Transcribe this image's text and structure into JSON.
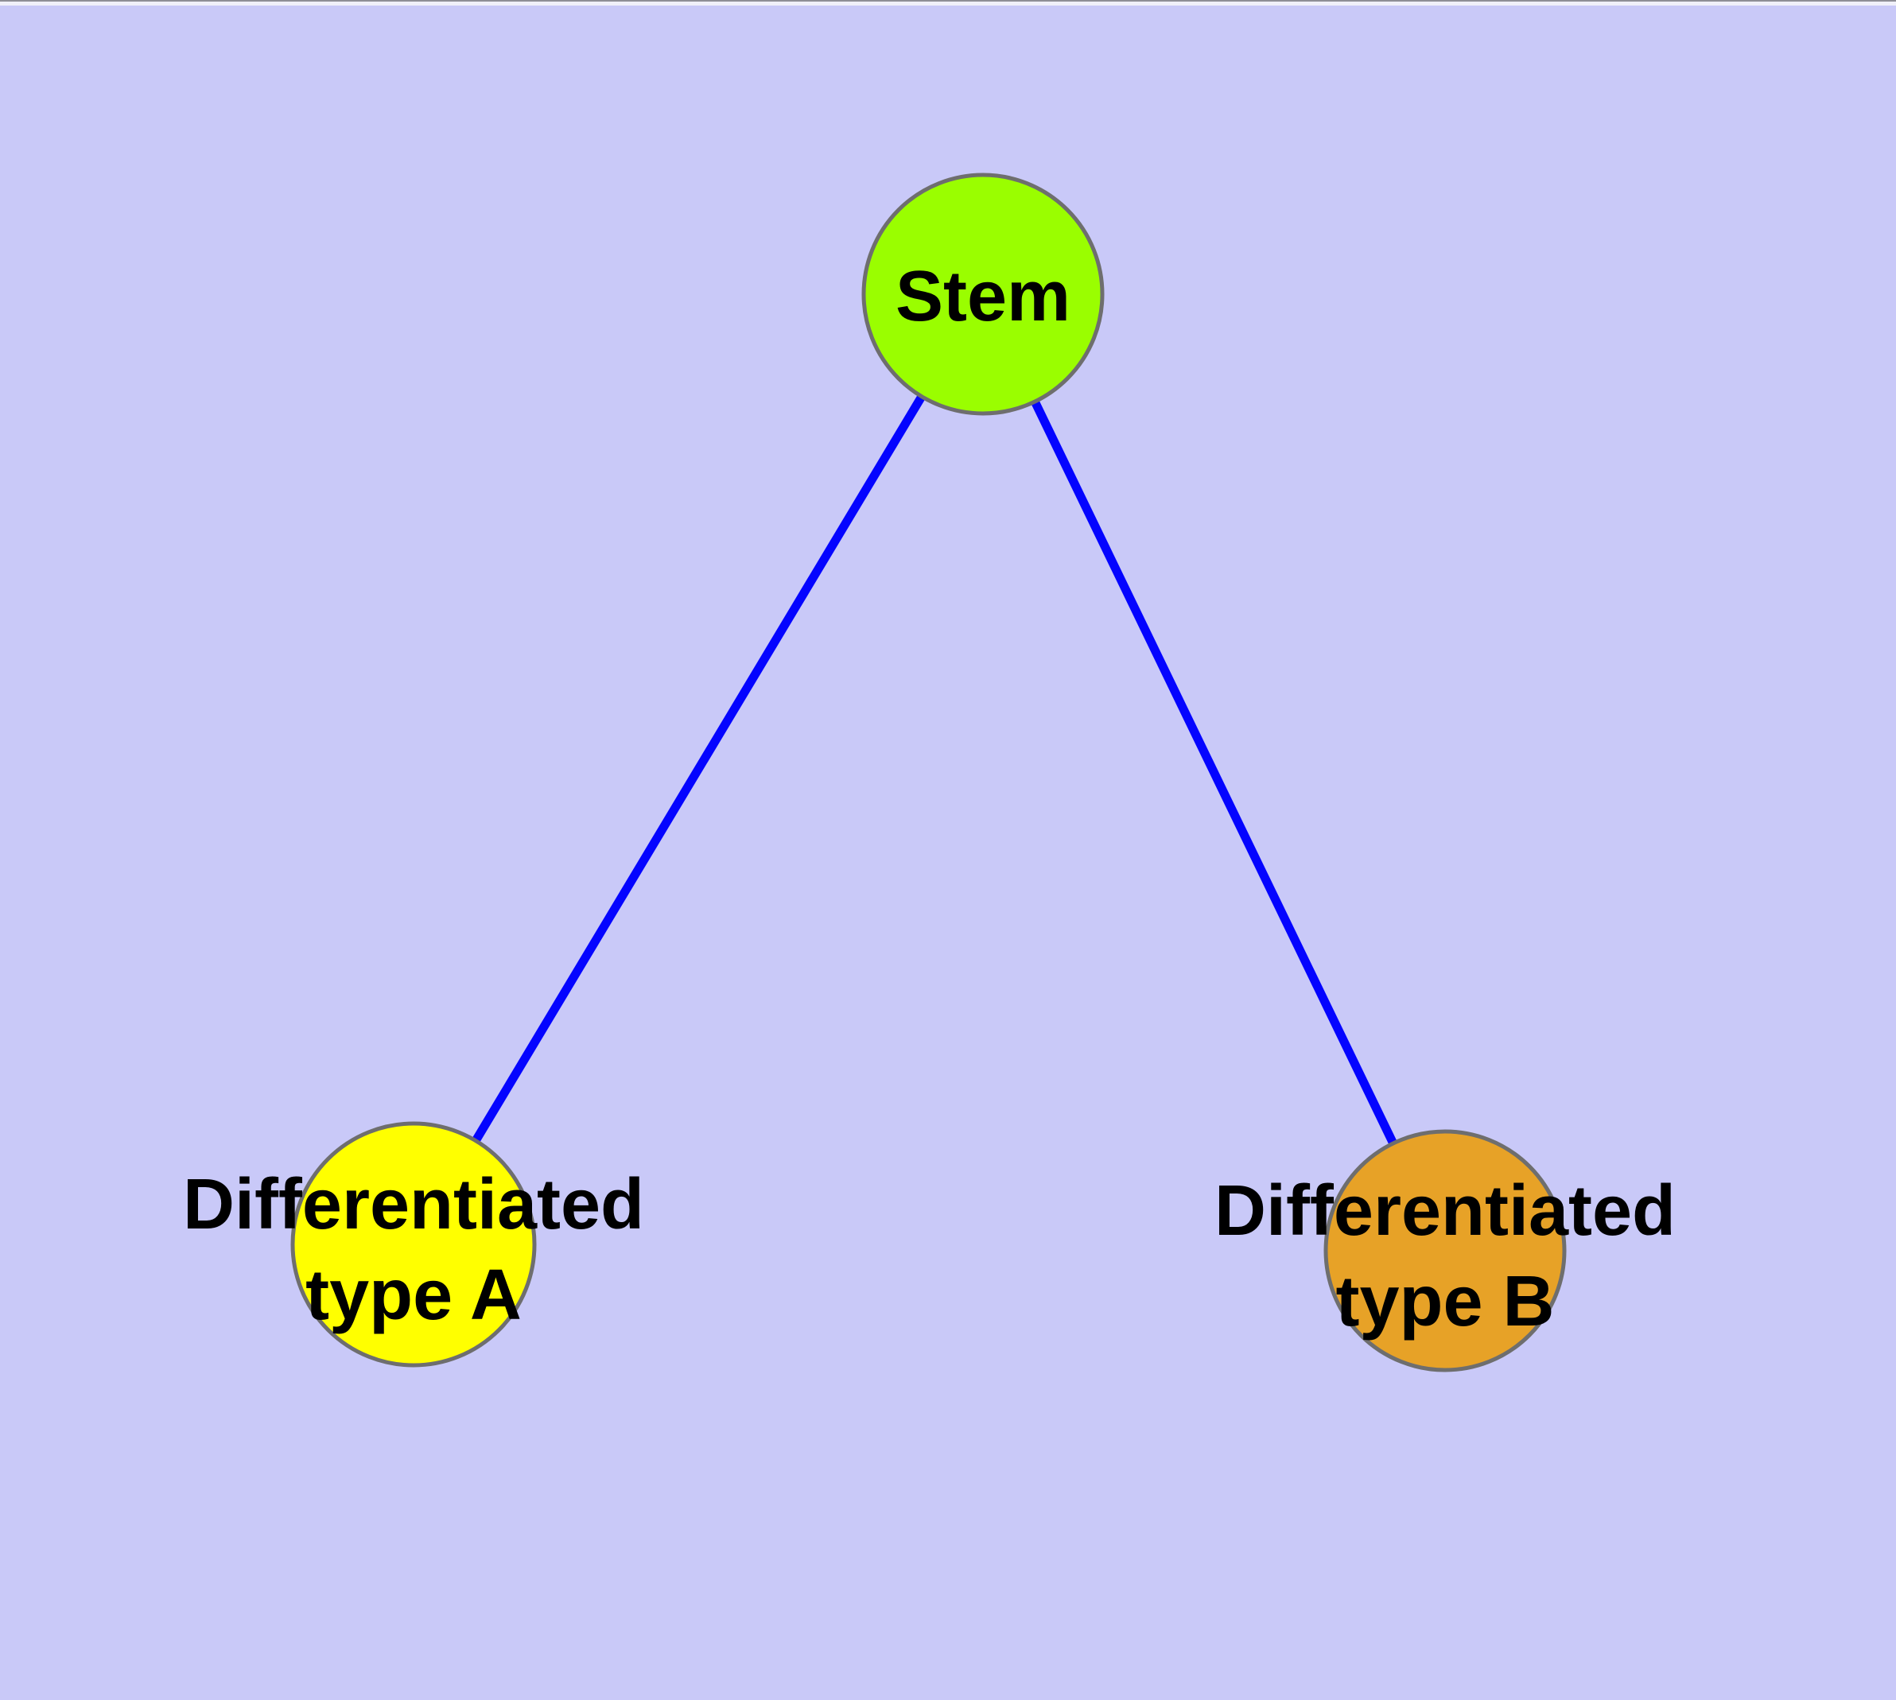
{
  "diagram": {
    "type": "graph",
    "description": "Stem cell differentiation tree: one stem node connected to two differentiated cell type nodes",
    "style": {
      "background_color": "#c9c9f8",
      "edge_color": "#0404ff",
      "node_border_color": "#6e6e6e",
      "label_color": "#000000",
      "window_edge_strip_color": "#f0f0fa"
    },
    "nodes": [
      {
        "id": "stem",
        "label": "Stem",
        "fill": "#9afe00"
      },
      {
        "id": "differentiated-type-a",
        "label": "Differentiated type A",
        "label_line1": "Differentiated",
        "label_line2": "type A",
        "fill": "#ffff00"
      },
      {
        "id": "differentiated-type-b",
        "label": "Differentiated type B",
        "label_line1": "Differentiated",
        "label_line2": "type B",
        "fill": "#e7a227"
      }
    ],
    "edges": [
      {
        "from": "Stem",
        "to": "Differentiated type A"
      },
      {
        "from": "Stem",
        "to": "Differentiated type B"
      }
    ]
  }
}
